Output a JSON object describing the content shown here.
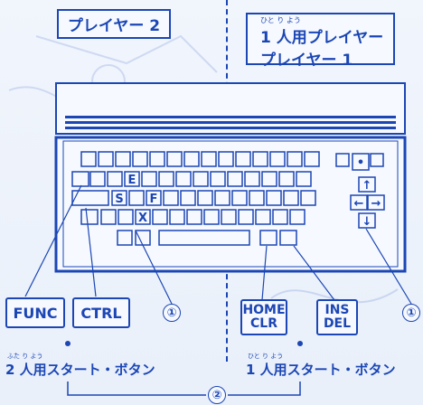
{
  "colors": {
    "ink": "#1b46b4",
    "paper": "#eef3fb"
  },
  "labels": {
    "player2": "プレイヤー 2",
    "player1_ruby": "ひと り よう",
    "player1_line1": "1 人用プレイヤー",
    "player1_line2": "プレイヤー 1",
    "func": "FUNC",
    "ctrl": "CTRL",
    "home": "HOME",
    "clr": "CLR",
    "ins": "INS",
    "del": "DEL",
    "circle1": "①",
    "circle2": "②",
    "start2_ruby": "ふた り よう",
    "start2": "2 人用スタート・ボタン",
    "start1_ruby": "ひと り よう",
    "start1": "1 人用スタート・ボタン"
  },
  "keycaps": {
    "e": "E",
    "s": "S",
    "f": "F",
    "x": "X",
    "up": "↑",
    "left": "←",
    "right": "→",
    "down": "↓",
    "dot": "•"
  }
}
